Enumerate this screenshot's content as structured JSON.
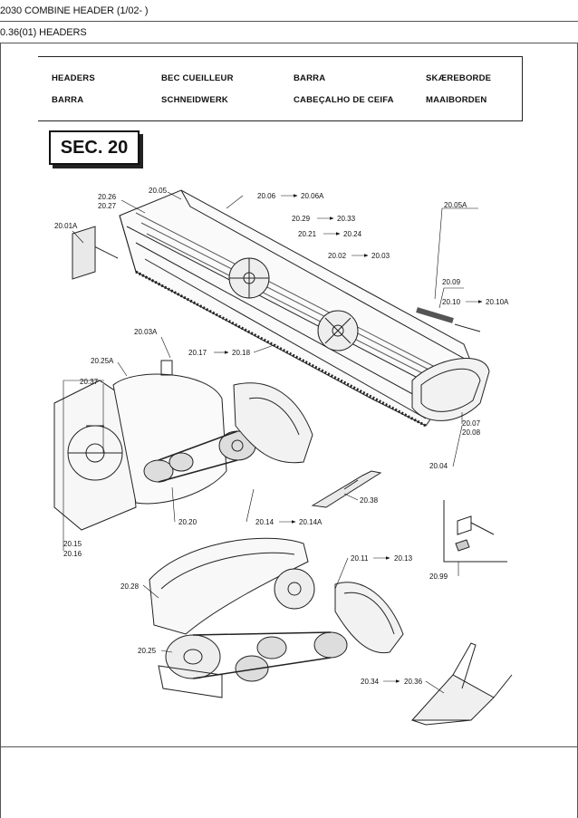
{
  "header": {
    "title": "2030 COMBINE HEADER (1/02- )",
    "section": "0.36(01) HEADERS"
  },
  "translations": {
    "row1": [
      "HEADERS",
      "BEC CUEILLEUR",
      "BARRA",
      "SKÆREBORDE"
    ],
    "row2": [
      "BARRA",
      "SCHNEIDWERK",
      "CABEÇALHO DE CEIFA",
      "MAAIBORDEN"
    ]
  },
  "section_box": "SEC. 20",
  "callouts": {
    "c2005": "20.05",
    "c2026": "20.26",
    "c2027": "20.27",
    "c2001A": "20.01A",
    "c2006": "20.06",
    "c2006A": "20.06A",
    "c2029": "20.29",
    "c2033": "20.33",
    "c2021": "20.21",
    "c2024": "20.24",
    "c2002": "20.02",
    "c2003": "20.03",
    "c2005A": "20.05A",
    "c2009": "20.09",
    "c2010": "20.10",
    "c2010A": "20.10A",
    "c2003A": "20.03A",
    "c2017": "20.17",
    "c2018": "20.18",
    "c2025A": "20.25A",
    "c2037": "20.37",
    "c2007": "20.07",
    "c2008": "20.08",
    "c2004": "20.04",
    "c2038": "20.38",
    "c2020": "20.20",
    "c2014": "20.14",
    "c2014A": "20.14A",
    "c2015": "20.15",
    "c2016": "20.16",
    "c2011": "20.11",
    "c2013": "20.13",
    "c2099": "20.99",
    "c2028": "20.28",
    "c2025": "20.25",
    "c2034": "20.34",
    "c2036": "20.36"
  }
}
